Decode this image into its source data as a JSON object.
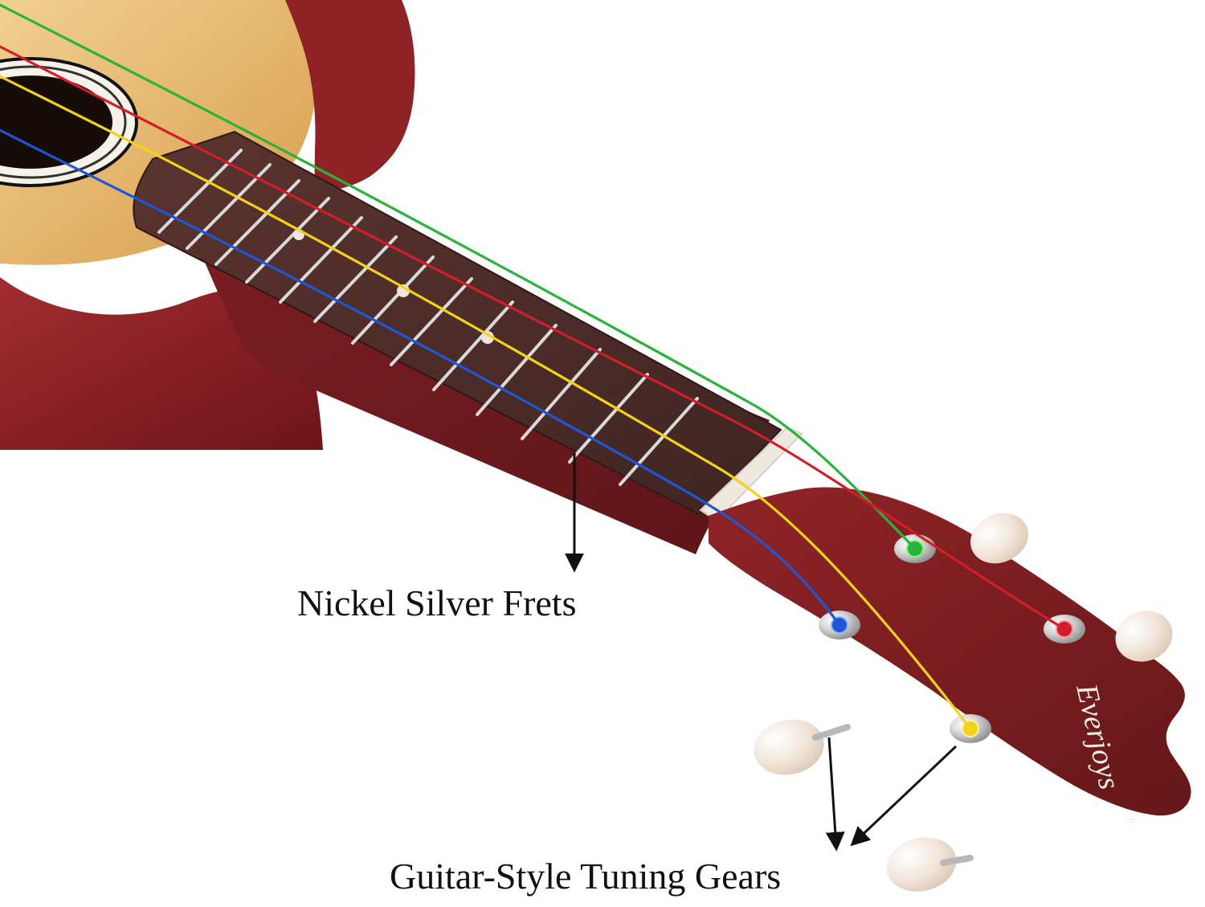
{
  "annotations": {
    "frets_label": "Nickel Silver Frets",
    "gears_label": "Guitar-Style Tuning Gears"
  },
  "brand": {
    "name": "Everjoys",
    "mark": "®"
  },
  "colors": {
    "background": "#ffffff",
    "body_top": "#e9c07a",
    "body_side": "#8b1d24",
    "fretboard": "#4a2a26",
    "headstock": "#7b1f22",
    "string_green": "#29b33a",
    "string_red": "#d21e2a",
    "string_yellow": "#f3d31a",
    "string_blue": "#1e57d6",
    "button_cream": "#f3e8de"
  }
}
